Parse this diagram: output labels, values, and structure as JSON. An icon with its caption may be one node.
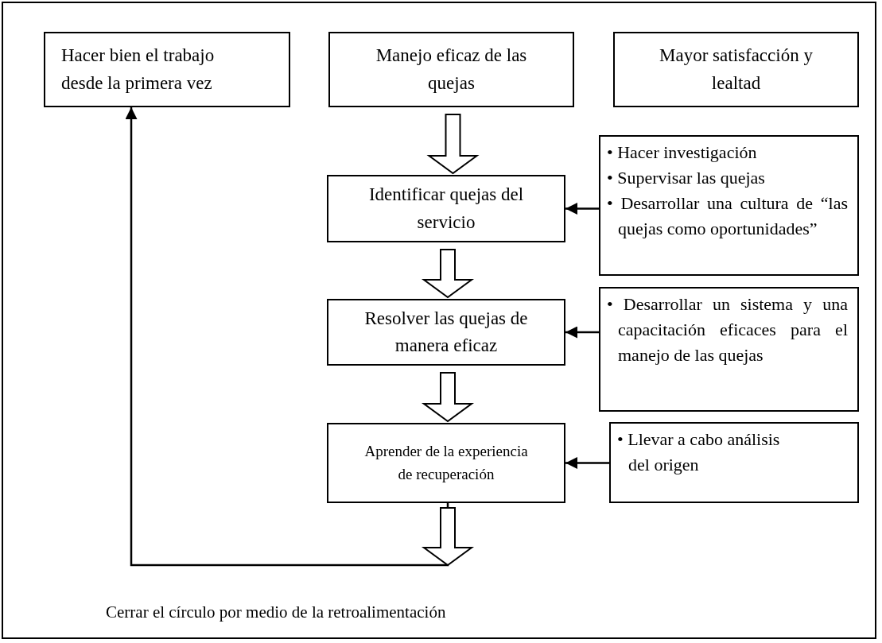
{
  "diagram": {
    "nodes": [
      {
        "text": [
          "Hacer bien el trabajo desde la primera vez"
        ]
      },
      {
        "text": [
          "Manejo eficaz de las quejas"
        ]
      },
      {
        "text": [
          "Mayor satisfacción y lealtad"
        ]
      },
      {
        "text": [
          "Identificar quejas del servicio"
        ]
      },
      {
        "text": [
          "• Hacer investigación",
          "• Supervisar las quejas",
          "• Desarrollar una cultura de “las quejas como oportunidades”"
        ]
      },
      {
        "text": [
          "Resolver las quejas de manera eficaz"
        ]
      },
      {
        "text": [
          "• Desarrollar un sistema y una capacitación eficaces para el manejo de las quejas"
        ]
      },
      {
        "text": [
          "Aprender de la experiencia de recuperación"
        ]
      },
      {
        "text": [
          "• Llevar a cabo análisis del origen"
        ]
      }
    ],
    "edges": [
      {
        "from": 1,
        "to": 3,
        "arrow": "to",
        "style": "thick"
      },
      {
        "from": 4,
        "to": 3,
        "arrow": "to"
      },
      {
        "from": 3,
        "to": 5,
        "arrow": "to",
        "style": "thick"
      },
      {
        "from": 6,
        "to": 5,
        "arrow": "to"
      },
      {
        "from": 5,
        "to": 7,
        "arrow": "to",
        "style": "thick"
      },
      {
        "from": 8,
        "to": 7,
        "arrow": "to"
      },
      {
        "from": 7,
        "to": 0,
        "arrow": "to"
      }
    ],
    "labels": [
      "Cerrar el círculo por medio de la retroalimentación"
    ]
  }
}
